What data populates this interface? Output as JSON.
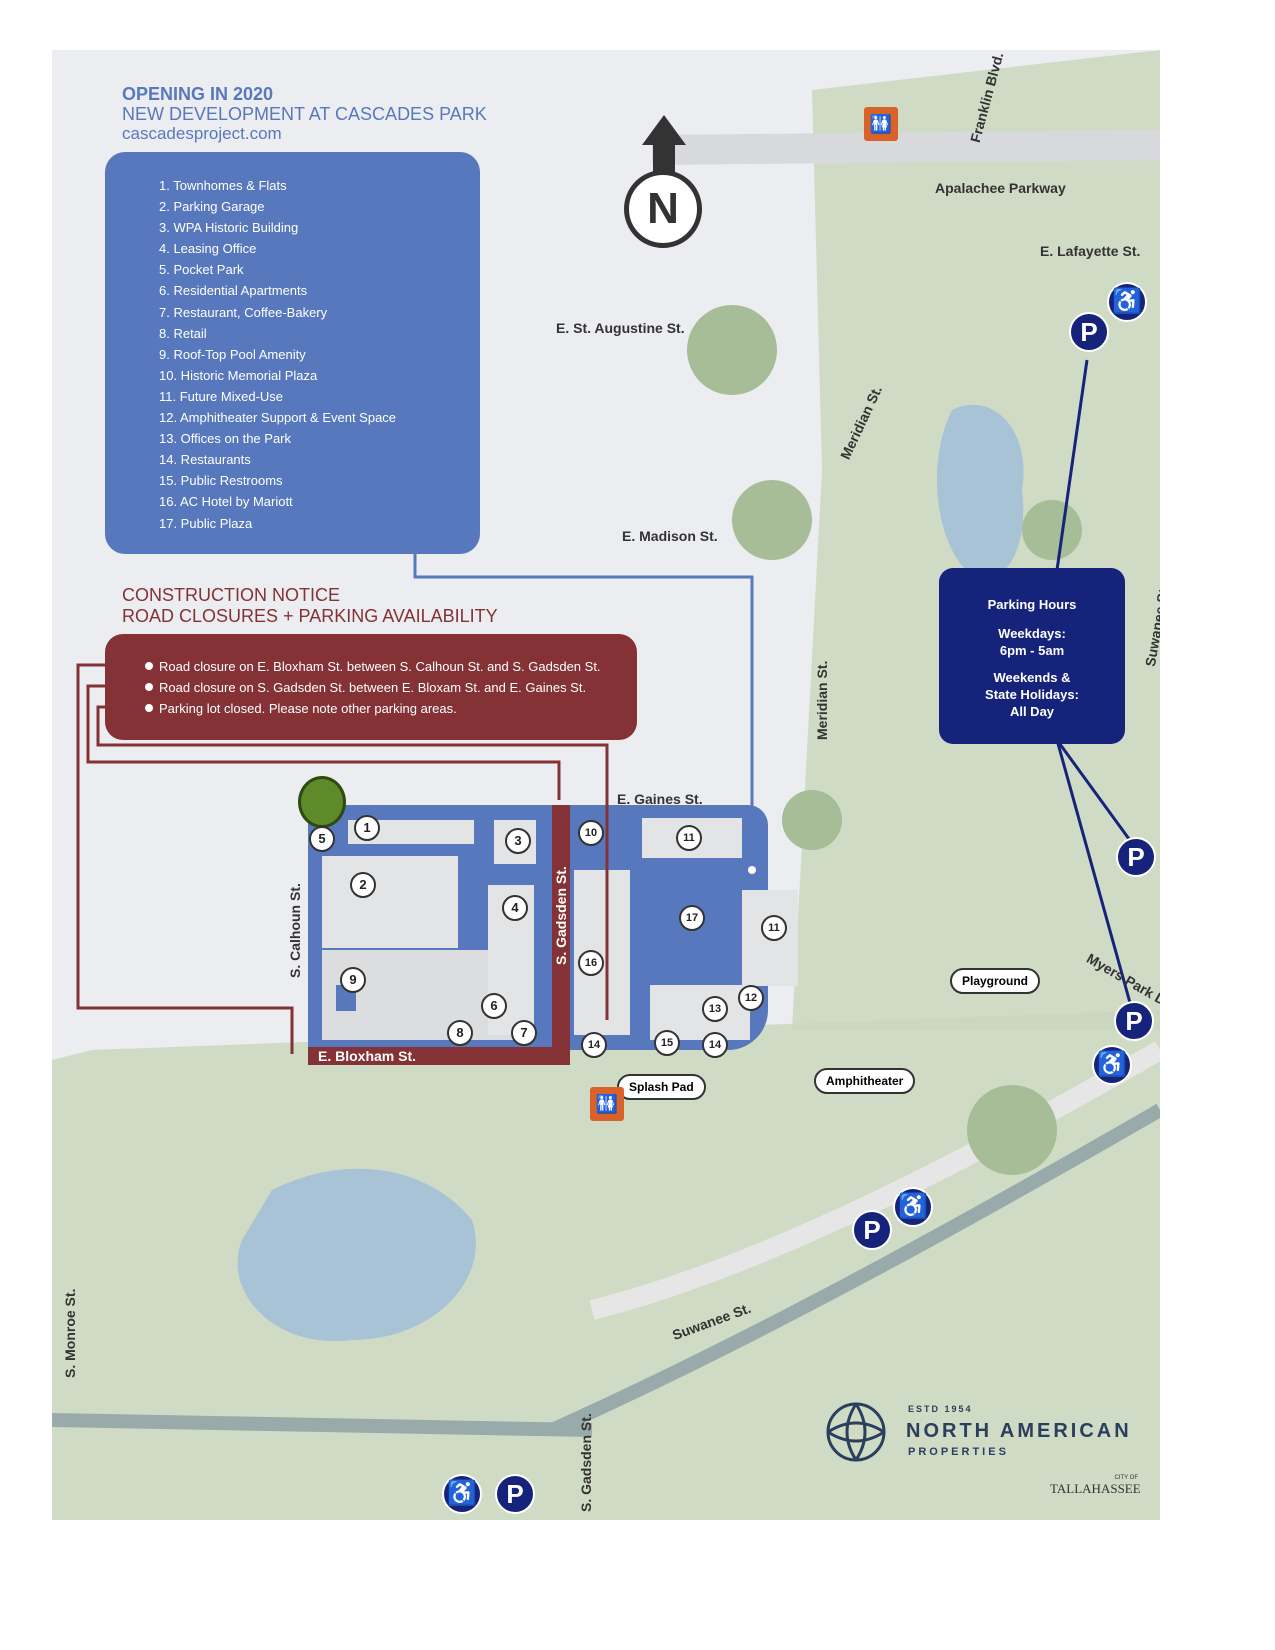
{
  "header": {
    "line1": "OPENING IN 2020",
    "line2": "NEW DEVELOPMENT AT CASCADES PARK",
    "url": "cascadesproject.com"
  },
  "legend": [
    "1. Townhomes & Flats",
    "2. Parking Garage",
    "3. WPA Historic Building",
    "4. Leasing Office",
    "5. Pocket Park",
    "6. Residential Apartments",
    "7. Restaurant, Coffee-Bakery",
    "8. Retail",
    "9. Roof-Top Pool Amenity",
    "10. Historic Memorial Plaza",
    "11. Future Mixed-Use",
    "12. Amphitheater Support & Event Space",
    "13. Offices on the Park",
    "14. Restaurants",
    "15. Public Restrooms",
    "16. AC Hotel by Mariott",
    "17. Public Plaza"
  ],
  "notice": {
    "line1": "CONSTRUCTION NOTICE",
    "line2": "ROAD CLOSURES + PARKING AVAILABILITY",
    "items": [
      "Road closure on E. Bloxham St. between S. Calhoun St. and S. Gadsden St.",
      "Road closure on S. Gadsden St. between E. Bloxam St. and E. Gaines St.",
      "Parking lot closed. Please note other parking areas."
    ]
  },
  "parking_hours": {
    "title": "Parking Hours",
    "weekdays": "Weekdays:",
    "weekdays_time": "6pm - 5am",
    "weekends": "Weekends &",
    "holidays": "State Holidays:",
    "weekends_time": "All Day"
  },
  "streets": {
    "franklin": "Franklin Blvd.",
    "apalachee": "Apalachee Parkway",
    "lafayette": "E. Lafayette St.",
    "augustine": "E. St. Augustine St.",
    "meridian1": "Meridian St.",
    "meridian2": "Meridian St.",
    "madison": "E. Madison St.",
    "suwanee1": "Suwanee St.",
    "gaines": "E. Gaines St.",
    "calhoun": "S. Calhoun St.",
    "gadsden1": "S. Gadsden St.",
    "bloxham": "E. Bloxham St.",
    "myers": "Myers Park Dr.",
    "suwanee2": "Suwanee St.",
    "monroe": "S. Monroe St.",
    "gadsden2": "S. Gadsden St."
  },
  "places": {
    "playground": "Playground",
    "splash": "Splash Pad",
    "amphitheater": "Amphitheater"
  },
  "compass": "N",
  "parking_symbol": "P",
  "logo": {
    "estd": "ESTD 1954",
    "name": "NORTH AMERICAN",
    "sub": "PROPERTIES",
    "city": "TALLAHASSEE",
    "city_small": "CITY OF"
  },
  "colors": {
    "blue": "#5878bd",
    "red": "#843236",
    "navy": "#16237a"
  }
}
